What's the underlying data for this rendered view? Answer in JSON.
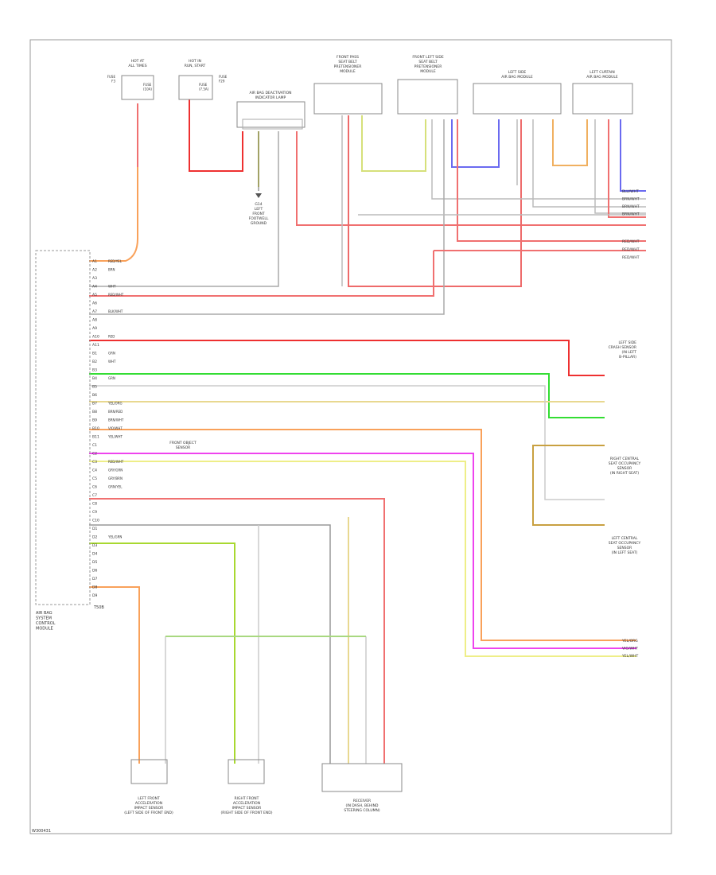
{
  "diagram": {
    "footer_code": "W300431",
    "main_module": {
      "label": [
        "AIR BAG",
        "SYSTEM",
        "CONTROL",
        "MODULE"
      ],
      "pins": [
        "A1",
        "A2",
        "A3",
        "A4",
        "A5",
        "A6",
        "A7",
        "A8",
        "A9",
        "A10",
        "A11",
        "B1",
        "B2",
        "B3",
        "B4",
        "B5",
        "B6",
        "B7",
        "B8",
        "B9",
        "B10",
        "B11",
        "C1",
        "C2",
        "C3",
        "C4",
        "C5",
        "C6",
        "C7",
        "C8",
        "C9",
        "C10",
        "D1",
        "D2",
        "D3",
        "D4",
        "D5",
        "D6",
        "D7",
        "D8",
        "D9"
      ],
      "pin_note": "T50B"
    },
    "fuse_left": {
      "title": [
        "HOT AT",
        "ALL TIMES"
      ],
      "fuse": [
        "FUSE",
        "F3"
      ],
      "detail": [
        "FUSE",
        "(10A)"
      ]
    },
    "fuse_right": {
      "title": [
        "HOT IN",
        "RUN, START"
      ],
      "fuse": [
        "FUSE",
        "F29"
      ],
      "detail": [
        "FUSE",
        "(7.5A)"
      ]
    },
    "seat_occupant": {
      "label": [
        "AIR BAG DEACTIVATION",
        "INDICATOR LAMP"
      ]
    },
    "ground_note": [
      "G14",
      "LEFT",
      "FRONT",
      "FOOTWELL",
      "GROUND"
    ],
    "front_pass_belt": {
      "label": [
        "FRONT PASS",
        "SEAT BELT",
        "PRETENSIONER",
        "MODULE"
      ]
    },
    "front_left_belt": {
      "label": [
        "FRONT LEFT SIDE",
        "SEAT BELT",
        "PRETENSIONER",
        "MODULE"
      ]
    },
    "left_side_module": {
      "label": [
        "LEFT SIDE",
        "AIR BAG MODULE"
      ]
    },
    "left_curtain_module": {
      "label": [
        "LEFT CURTAIN",
        "AIR BAG MODULE"
      ]
    },
    "right_labels": {
      "wires_top": [
        "BLU/WHT",
        "BRN/WHT",
        "BRN/WHT",
        "BRN/WHT"
      ],
      "wires_mid": [
        "RED/WHT",
        "RED/WHT",
        "RED/WHT"
      ],
      "wires_bottom": [
        "YEL/ORG",
        "VIO/WHT",
        "YEL/WHT"
      ],
      "crash_sensor": [
        "LEFT SIDE",
        "CRASH SENSOR",
        "(IN LEFT",
        "B-PILLAR)"
      ],
      "right_occ_sensor": [
        "RIGHT CENTRAL",
        "SEAT OCCUPANCY",
        "SENSOR",
        "(IN RIGHT SEAT)"
      ],
      "left_occ_sensor": [
        "LEFT CENTRAL",
        "SEAT OCCUPANCY",
        "SENSOR",
        "(IN LEFT SEAT)"
      ]
    },
    "bottom_modules": {
      "left": {
        "label": [
          "LEFT FRONT",
          "ACCELERATION",
          "IMPACT SENSOR",
          "(LEFT SIDE OF FRONT END)"
        ]
      },
      "middle": {
        "label": [
          "RIGHT FRONT",
          "ACCELERATION",
          "IMPACT SENSOR",
          "(RIGHT SIDE OF FRONT END)"
        ]
      },
      "right": {
        "label": [
          "RECEIVER",
          "(IN DASH, BEHIND",
          "STEERING COLUMN)"
        ]
      }
    },
    "wire_labels_left": [
      "RED/YEL",
      "BRN",
      "",
      "WHT",
      "RED/WHT",
      "",
      "BLK/WHT",
      "",
      "",
      "RED",
      "",
      "GRN",
      "WHT",
      "",
      "GRN",
      "",
      "",
      "YEL/ORG",
      "BRN/RED",
      "BRN/WHT",
      "VIO/WHT",
      "YEL/WHT",
      "",
      "",
      "RED/WHT",
      "GRY/GRN",
      "GRY/BRN",
      "GRN/YEL",
      "",
      "",
      "",
      "",
      "",
      "YEL/GRN"
    ],
    "mid_note": [
      "FRONT OBJECT",
      "SENSOR"
    ]
  }
}
